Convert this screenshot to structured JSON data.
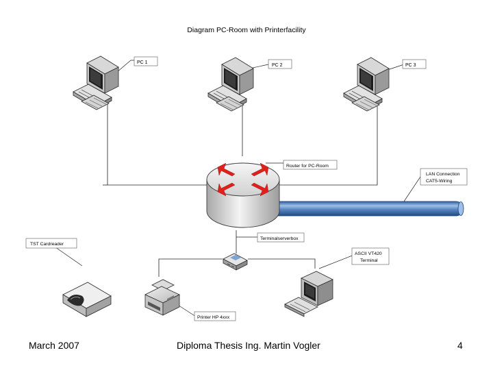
{
  "diagram": {
    "title": "Diagram PC-Room with Printerfacility",
    "labels": {
      "pc1": "PC 1",
      "pc2": "PC 2",
      "pc3": "PC 3",
      "router": "Router for PC-Room",
      "lan_line1": "LAN Connection",
      "lan_line2": "CAT5-Wiring",
      "terminal_server": "Terminalserverbox",
      "cardreader": "TST Cardreader",
      "ascii_line1": "ASCII VT420",
      "ascii_line2": "Terminal",
      "printer": "Printer HP 4xxx"
    },
    "icons": {
      "pc": "desktop-computer-icon",
      "router": "router-icon",
      "hub": "terminal-server-icon",
      "cardreader": "card-reader-icon",
      "printer": "printer-icon",
      "terminal": "crt-terminal-icon"
    },
    "colors": {
      "router_arrows": "#e0201b",
      "lan_cable": "#5b86c1"
    }
  },
  "footer": {
    "date": "March 2007",
    "author": "Diploma Thesis Ing. Martin Vogler",
    "page_number": "4"
  }
}
